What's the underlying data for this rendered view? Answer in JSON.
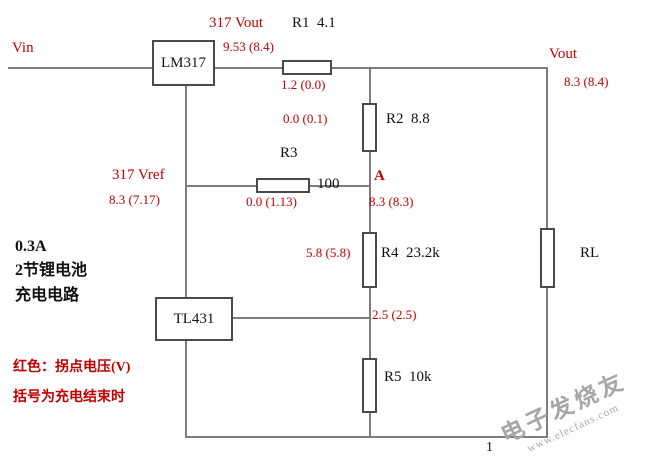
{
  "nodes": {
    "vin": "Vin",
    "vout": "Vout",
    "vout_value": "8.3 (8.4)",
    "out317_label": "317 Vout",
    "out317_value": "9.53 (8.4)",
    "ref317_label": "317 Vref",
    "ref317_value": "8.3 (7.17)",
    "a_label": "A",
    "a_value": "8.3 (8.3)",
    "fb_value": "2.5 (2.5)"
  },
  "components": {
    "lm317": "LM317",
    "tl431": "TL431",
    "r1_label": "R1  4.1",
    "r1_drop": "1.2 (0.0)",
    "r2_label": "R2  8.8",
    "r2_in_value": "0.0 (0.1)",
    "r3_label": "R3",
    "r3_value": "100",
    "r3_drop": "0.0 (1.13)",
    "r4_label": "R4  23.2k",
    "r4_in_value": "5.8 (5.8)",
    "r5_label": "R5  10k",
    "rl_label": "RL"
  },
  "annotations": {
    "current_rating": "0.3A",
    "desc_line1": "2节锂电池",
    "desc_line2": "充电电路",
    "legend_line1": "红色：拐点电压(V)",
    "legend_line2": "括号为充电结束时",
    "corner_mark": "1"
  },
  "watermark": {
    "brand": "电子发烧友",
    "site": "www.elecfans.com"
  },
  "colors": {
    "value_red": "#c00000",
    "wire_gray": "#7d7d7d",
    "watermark_gray": "#a6a6a6"
  }
}
